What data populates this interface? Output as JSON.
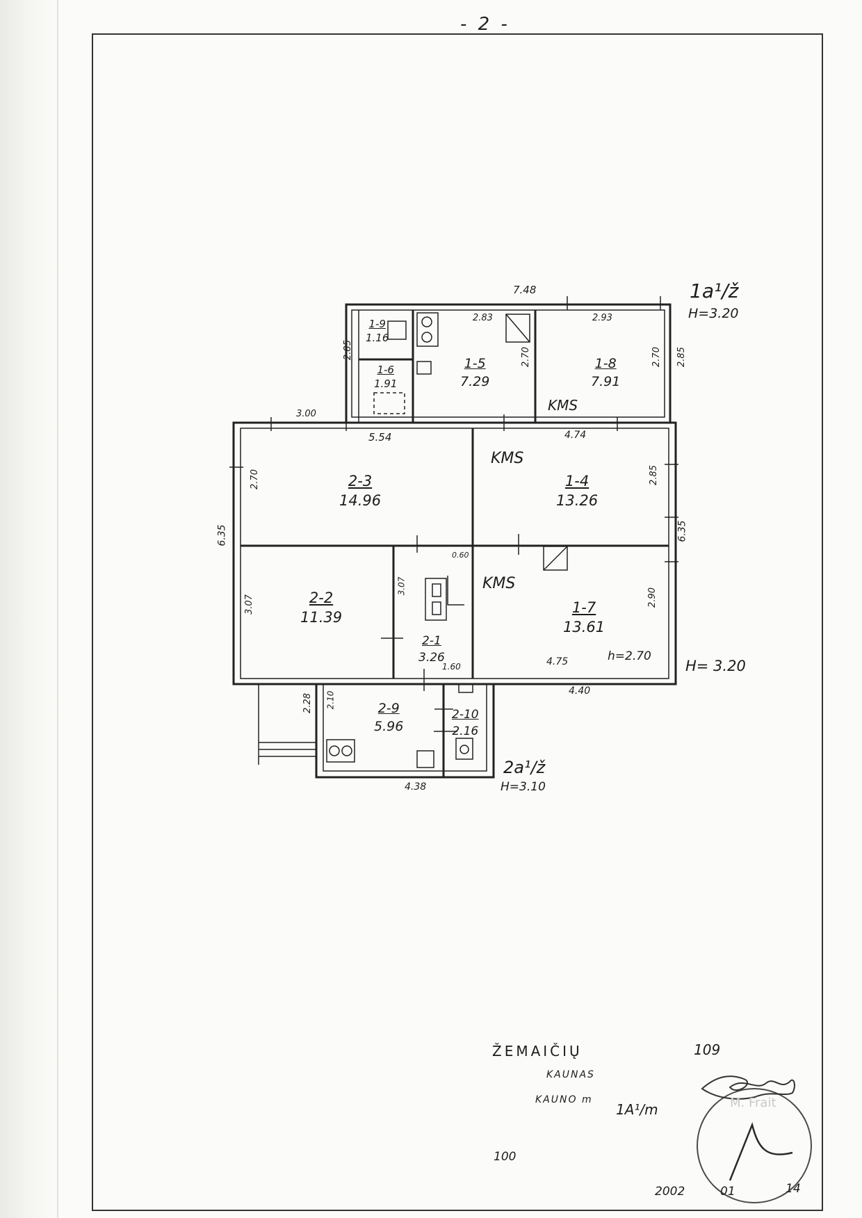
{
  "page_number": "- 2 -",
  "labels": {
    "block_1": "1a¹/ž",
    "block_1_height": "H=3.20",
    "block_1_height_2": "H= 3.20",
    "block_2": "2a¹/ž",
    "block_2_height": "H=3.10",
    "inner_height": "h=2.70",
    "kms": "KMS"
  },
  "rooms": [
    {
      "id": "1-9",
      "area": "1.16"
    },
    {
      "id": "1-6",
      "area": "1.91"
    },
    {
      "id": "1-5",
      "area": "7.29"
    },
    {
      "id": "1-8",
      "area": "7.91"
    },
    {
      "id": "2-3",
      "area": "14.96"
    },
    {
      "id": "1-4",
      "area": "13.26"
    },
    {
      "id": "2-2",
      "area": "11.39"
    },
    {
      "id": "2-1",
      "area": "3.26"
    },
    {
      "id": "1-7",
      "area": "13.61"
    },
    {
      "id": "2-9",
      "area": "5.96"
    },
    {
      "id": "2-10",
      "area": "2.16"
    }
  ],
  "dimensions": {
    "top_overall": "7.48",
    "r15_width": "2.83",
    "r15_height": "2.70",
    "r18_width": "2.93",
    "r18_height": "2.70",
    "right_upper": "2.85",
    "left_upper": "2.85",
    "left_offset": "3.00",
    "r23_width": "5.54",
    "r23_height": "2.70",
    "r14_width": "4.74",
    "r14_height": "2.85",
    "left_overall": "6.35",
    "right_overall": "6.35",
    "r22_height": "3.07",
    "r21_height": "3.07",
    "stair_small": "0.60",
    "r21_width": "1.60",
    "r17_height": "2.90",
    "r17_width": "4.75",
    "bottom_right": "4.40",
    "porch_height": "2.28",
    "r29_height": "2.10",
    "bottom_annex": "4.38"
  },
  "footer": {
    "street": "ŽEMAIČIŲ",
    "city": "KAUNAS",
    "municipality": "KAUNO m",
    "building_code": "1A¹/m",
    "number_top": "109",
    "number_bottom": "100",
    "date_year": "2002",
    "date_month": "01",
    "date_day": "14",
    "stamp_text": "M. Frait"
  }
}
